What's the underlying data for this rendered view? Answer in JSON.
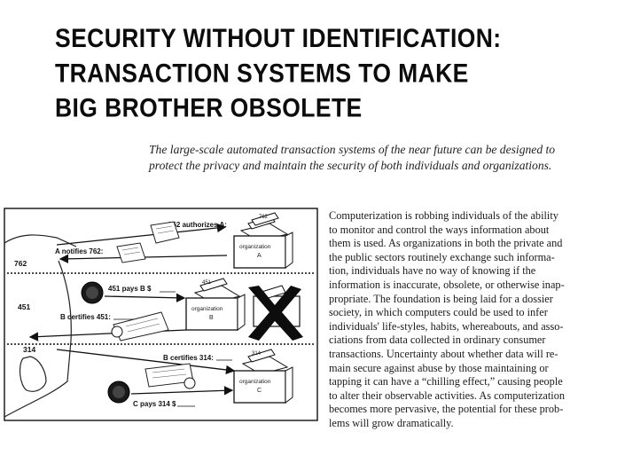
{
  "title_lines": [
    "SECURITY WITHOUT IDENTIFICATION:",
    "TRANSACTION SYSTEMS TO MAKE",
    "BIG BROTHER OBSOLETE"
  ],
  "subtitle": "The large-scale automated transaction systems of the near future can be designed to protect the privacy and maintain the security of both individuals and organizations.",
  "body_lines": [
    "Computerization is robbing individuals of the ability",
    "to monitor and control the ways information about",
    "them is used. As organizations in both the private and",
    "the public sectors routinely exchange such informa-",
    "tion, individuals have no way of knowing if the",
    "information is inaccurate, obsolete, or otherwise inap-",
    "propriate. The foundation is being laid for a dossier",
    "society, in which computers could be used to infer",
    "individuals' life-styles, habits, whereabouts, and asso-",
    "ciations from data collected in ordinary consumer",
    "transactions. Uncertainty about whether data will re-",
    "main secure against abuse by those maintaining or",
    "tapping it can have a “chilling effect,” causing people",
    "to alter their observable activities. As computerization",
    "becomes more pervasive, the potential for these prob-",
    "lems will grow dramatically."
  ],
  "figure": {
    "ids": {
      "a": "762",
      "b": "451",
      "c": "314"
    },
    "folder_tabs": {
      "a": "762",
      "b": "451",
      "c": "314"
    },
    "org_label": "organization",
    "org_letters": {
      "a": "A",
      "b": "B",
      "c": "C"
    },
    "labels": {
      "authorizes": "762 authorizes A:",
      "notifies": "A notifies 762:",
      "pays_b": "451 pays B $",
      "certifies_451": "B certifies 451:",
      "certifies_314": "B certifies 314:",
      "pays_c": "C pays 314 $"
    }
  }
}
